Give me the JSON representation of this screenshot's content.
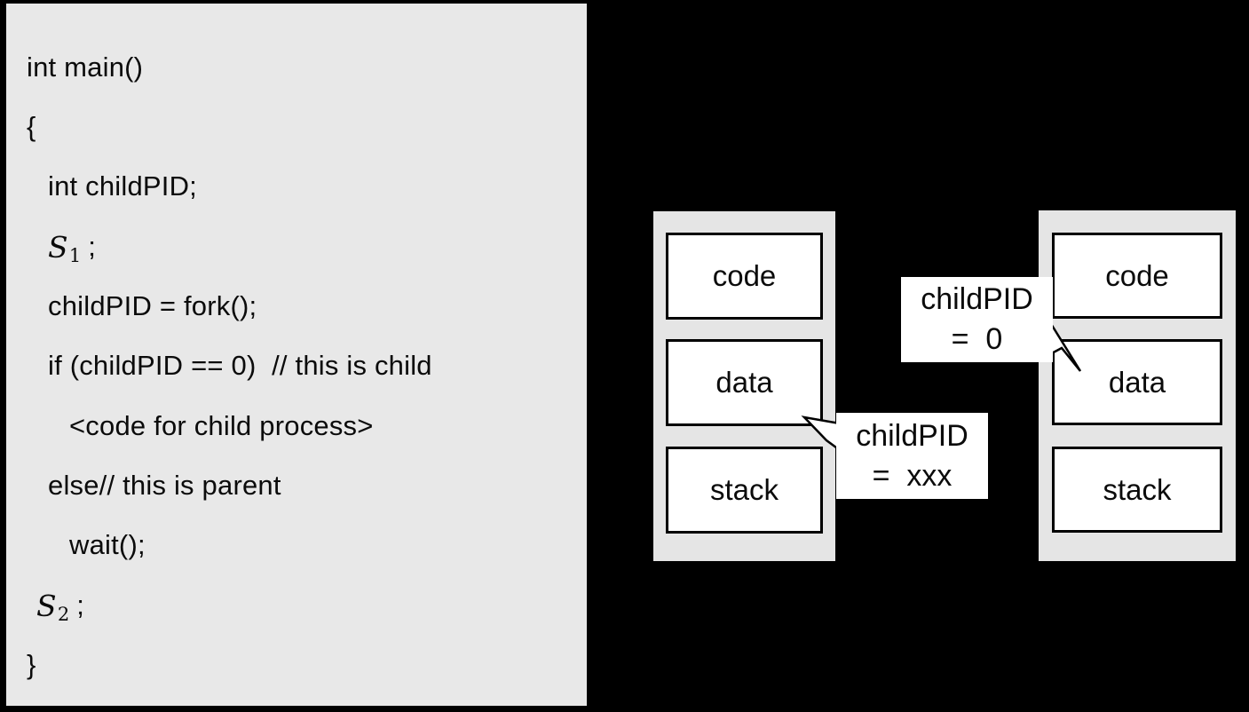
{
  "code_panel": {
    "background": "#e8e8e8",
    "lines": [
      {
        "text": "int main()"
      },
      {
        "text": "{"
      },
      {
        "text": "int childPID;"
      },
      {
        "base": "S",
        "sub": "1",
        "suffix": " ;"
      },
      {
        "text": "childPID = fork();"
      },
      {
        "text": "if (childPID == 0)  // this is child"
      },
      {
        "text": "<code for child process>"
      },
      {
        "text": "else// this is parent"
      },
      {
        "text": "wait();"
      },
      {
        "base": "S",
        "sub": "2",
        "suffix": " ;"
      },
      {
        "text": "}"
      }
    ]
  },
  "diagram": {
    "background": "#000000",
    "column_fill": "#e5e5e5",
    "segment_fill": "#ffffff",
    "border_color": "#000000",
    "parent_process": {
      "segments": [
        "code",
        "data",
        "stack"
      ]
    },
    "child_process": {
      "segments": [
        "code",
        "data",
        "stack"
      ]
    },
    "callouts": [
      {
        "line1": "childPID",
        "line2": "=  xxx",
        "target": "parent-data-segment"
      },
      {
        "line1": "childPID",
        "line2": "=  0",
        "target": "child-data-segment"
      }
    ]
  }
}
